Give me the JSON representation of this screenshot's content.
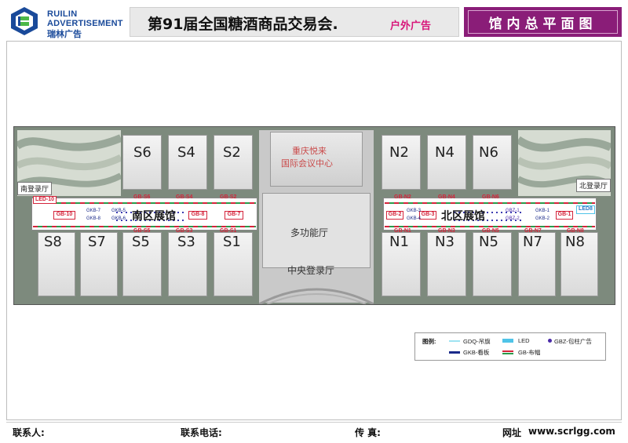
{
  "header": {
    "logo_line1": "RUILIN",
    "logo_line2": "ADVERTISEMENT",
    "logo_line3": "瑞林广告",
    "title": "第91届全国糖酒商品交易会.",
    "subtitle": "户外广告",
    "badge": "馆内总平面图"
  },
  "map": {
    "south_buildings_top": [
      "S6",
      "S4",
      "S2"
    ],
    "south_buildings_bottom": [
      "S8",
      "S7",
      "S5",
      "S3",
      "S1"
    ],
    "north_buildings_top": [
      "N2",
      "N4",
      "N6"
    ],
    "north_buildings_bottom": [
      "N1",
      "N3",
      "N5",
      "N7",
      "N8"
    ],
    "south_hall_name": "南区展馆",
    "north_hall_name": "北区展馆",
    "south_lobby": "南登录厅",
    "north_lobby": "北登录厅",
    "center_lobby": "中央登录厅",
    "multi_hall": "多功能厅",
    "conference_line1": "重庆悦来",
    "conference_line2": "国际会议中心",
    "south_gb_top": [
      "GB-S6",
      "GB-S4",
      "GB-S2"
    ],
    "south_gb_bottom": [
      "GB-S5",
      "GB-S3",
      "GB-S1"
    ],
    "north_gb_top": [
      "GB-N2",
      "GB-N4",
      "GB-N6"
    ],
    "north_gb_bottom": [
      "GB-N1",
      "GB-N3",
      "GB-N5",
      "GB-N7",
      "GB-N8"
    ],
    "south_gb_inner": [
      "GB-10",
      "GB-8",
      "GB-7"
    ],
    "north_gb_inner": [
      "GB-2",
      "GB-3",
      "GB-1"
    ],
    "south_led": "LED-10",
    "north_led": "LED8",
    "gkb_labels": [
      "GKB-7",
      "GKB-8",
      "GKB-5",
      "GKB-6",
      "GKB-3",
      "GKB-4",
      "GKB-1",
      "GKB-2"
    ],
    "gbz_labels": [
      "GBZ-1",
      "GBZ-2"
    ]
  },
  "legend": {
    "title": "图例:",
    "gdq": "GDQ-吊旗",
    "led": "LED",
    "gbz": "GBZ-包柱广告",
    "gkb": "GKB-看板",
    "gb": "GB-布幅",
    "colors": {
      "gdq": "#9fe3f2",
      "led": "#4fc4e8",
      "gbz": "#4a2aa8",
      "gkb": "#1a2a8a",
      "gb_red": "#d4243b",
      "gb_green": "#2a9a4a"
    }
  },
  "footer": {
    "contact": "联系人:",
    "phone": "联系电话:",
    "fax": "传 真:",
    "website_label": "网址",
    "website": "www.scrlgg.com"
  },
  "colors": {
    "brand_blue": "#1a4a9a",
    "magenta": "#d8157a",
    "badge_purple": "#8a1d78"
  }
}
